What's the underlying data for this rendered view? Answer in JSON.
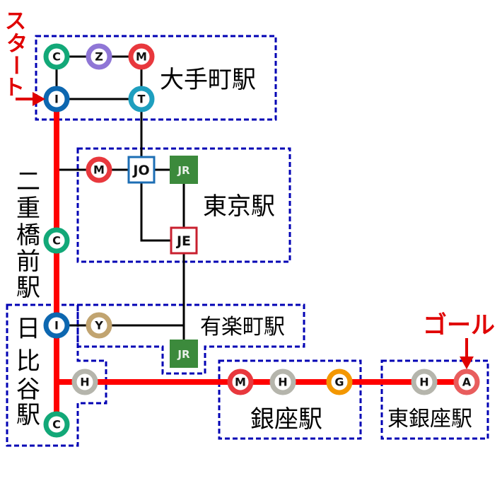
{
  "colors": {
    "route": "#ff0000",
    "box": "#0000b4",
    "C": "#12a878",
    "Z": "#8f76d6",
    "M": "#e8383d",
    "I": "#0d67b0",
    "T": "#1e9fbf",
    "H": "#b5b5ac",
    "G": "#f39700",
    "Y": "#c1a470",
    "A": "#e85d5d",
    "JR": "#3c8a3c",
    "JO": "#1c6eb4",
    "JE": "#c8202f",
    "label": "#e00000"
  },
  "annotations": {
    "start": [
      "ス",
      "タ",
      "ー",
      "ト"
    ],
    "goal": "ゴール"
  },
  "stations": {
    "otemachi": "大手町駅",
    "tokyo": "東京駅",
    "nijubashimae": [
      "二",
      "重",
      "橋",
      "前",
      "駅"
    ],
    "hibiya": [
      "日",
      "比",
      "谷",
      "駅"
    ],
    "yurakucho": "有楽町駅",
    "ginza": "銀座駅",
    "higashiginza": "東銀座駅"
  },
  "markers": {
    "otemachi_C": "C",
    "otemachi_Z": "Z",
    "otemachi_M": "M",
    "otemachi_I": "I",
    "otemachi_T": "T",
    "tokyo_M": "M",
    "tokyo_JO": "JO",
    "tokyo_JR": "JR",
    "tokyo_JE": "JE",
    "nijubashimae_C": "C",
    "hibiya_I": "I",
    "hibiya_H": "H",
    "hibiya_C": "C",
    "yurakucho_Y": "Y",
    "yurakucho_JR": "JR",
    "ginza_M": "M",
    "ginza_H": "H",
    "ginza_G": "G",
    "higashiginza_H": "H",
    "higashiginza_A": "A"
  }
}
